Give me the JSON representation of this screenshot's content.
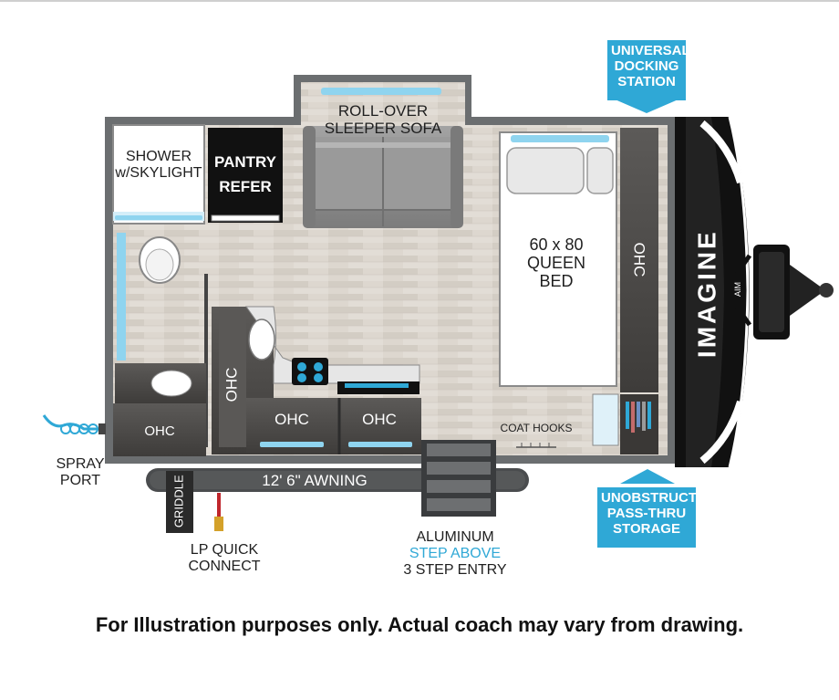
{
  "labels": {
    "universal_docking_station": [
      "UNIVERSAL",
      "DOCKING",
      "STATION"
    ],
    "roll_over_sleeper_sofa": [
      "ROLL-OVER",
      "SLEEPER SOFA"
    ],
    "shower": [
      "SHOWER",
      "w/SKYLIGHT"
    ],
    "pantry_refer": [
      "PANTRY",
      "REFER"
    ],
    "queen_bed": [
      "60 x 80",
      "QUEEN",
      "BED"
    ],
    "ohc_bed": "OHC",
    "ohc_kitchen_vertical": "OHC",
    "ohc_kitchen_1": "OHC",
    "ohc_kitchen_2": "OHC",
    "ohc_bath": "OHC",
    "coat_hooks": "COAT HOOKS",
    "spray_port": [
      "SPRAY",
      "PORT"
    ],
    "griddle": "GRIDDLE",
    "awning": "12' 6\" AWNING",
    "lp_quick_connect": [
      "LP QUICK",
      "CONNECT"
    ],
    "aluminum_step": [
      "ALUMINUM",
      "STEP ABOVE",
      "3 STEP ENTRY"
    ],
    "pass_thru_storage": [
      "UNOBSTRUCTED",
      "PASS-THRU",
      "STORAGE"
    ],
    "brand": "IMAGINE",
    "brand_sub": "AIM"
  },
  "disclaimer": "For Illustration purposes only.  Actual coach may vary from drawing.",
  "colors": {
    "callout": "#2fa8d6",
    "wall": "#6b6e70",
    "floor": "#d9d4cc",
    "cabinet": "#4a4a4a",
    "sofa": "#8f8f8f"
  }
}
